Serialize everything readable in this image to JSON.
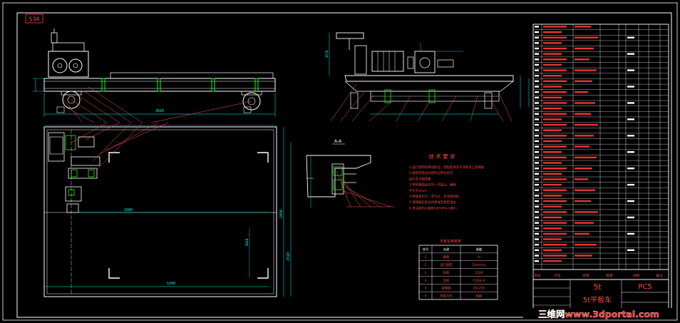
{
  "sheet": {
    "corner_code": "S34",
    "requirements_title": "技 术 要 求",
    "requirements_lines": [
      "1.运行机构各转动部位，装配前清洗干净并涂上润滑脂",
      "2.组装后各运动部件应转动灵活",
      "  运行无卡阻现象",
      "3.车轮踏面应在同一平面上，偏差",
      "  不大于2mm",
      "4.焊缝须均匀，无气孔、夹渣等缺陷",
      "5.减速器应加注润滑油至规定油位",
      "6.未注明的公差按GB1804-m执行"
    ],
    "section_label": "A-A",
    "parameter_table_title": "平板车参数表",
    "parameter_header": [
      "序号",
      "名称",
      "参数"
    ],
    "parameter_rows": [
      [
        "1",
        "载重",
        "5t"
      ],
      [
        "2",
        "运行速度",
        "20m/min"
      ],
      [
        "3",
        "轨距",
        "1200"
      ],
      [
        "4",
        "电机",
        "Y100L-6"
      ],
      [
        "5",
        "减速器",
        "ZQ-250"
      ],
      [
        "6",
        "供电方式",
        "电缆"
      ]
    ],
    "title_block_name_lines": [
      "5t",
      "5t平板车"
    ],
    "drawing_code": "PC5",
    "title_block_labels": [
      "序号",
      "代号",
      "名称",
      "数量",
      "材料",
      "备注"
    ],
    "watermark": "三维网www.3dportal.com"
  },
  "dimensions": {
    "front_length": "3610",
    "plan_width": "2450",
    "plan_length": "2910",
    "plan_inner": "1200",
    "plan_side": "1600",
    "plan_vertical": "2040",
    "right_height": "1670"
  },
  "colors": {
    "background": "#000000",
    "frame": "#ffffff",
    "body": "#ffffff",
    "dimension": "#00ffff",
    "leader": "#ff5050",
    "member": "#00ff00",
    "highlight": "#ffff00",
    "watermark_red": "#ff2020"
  }
}
